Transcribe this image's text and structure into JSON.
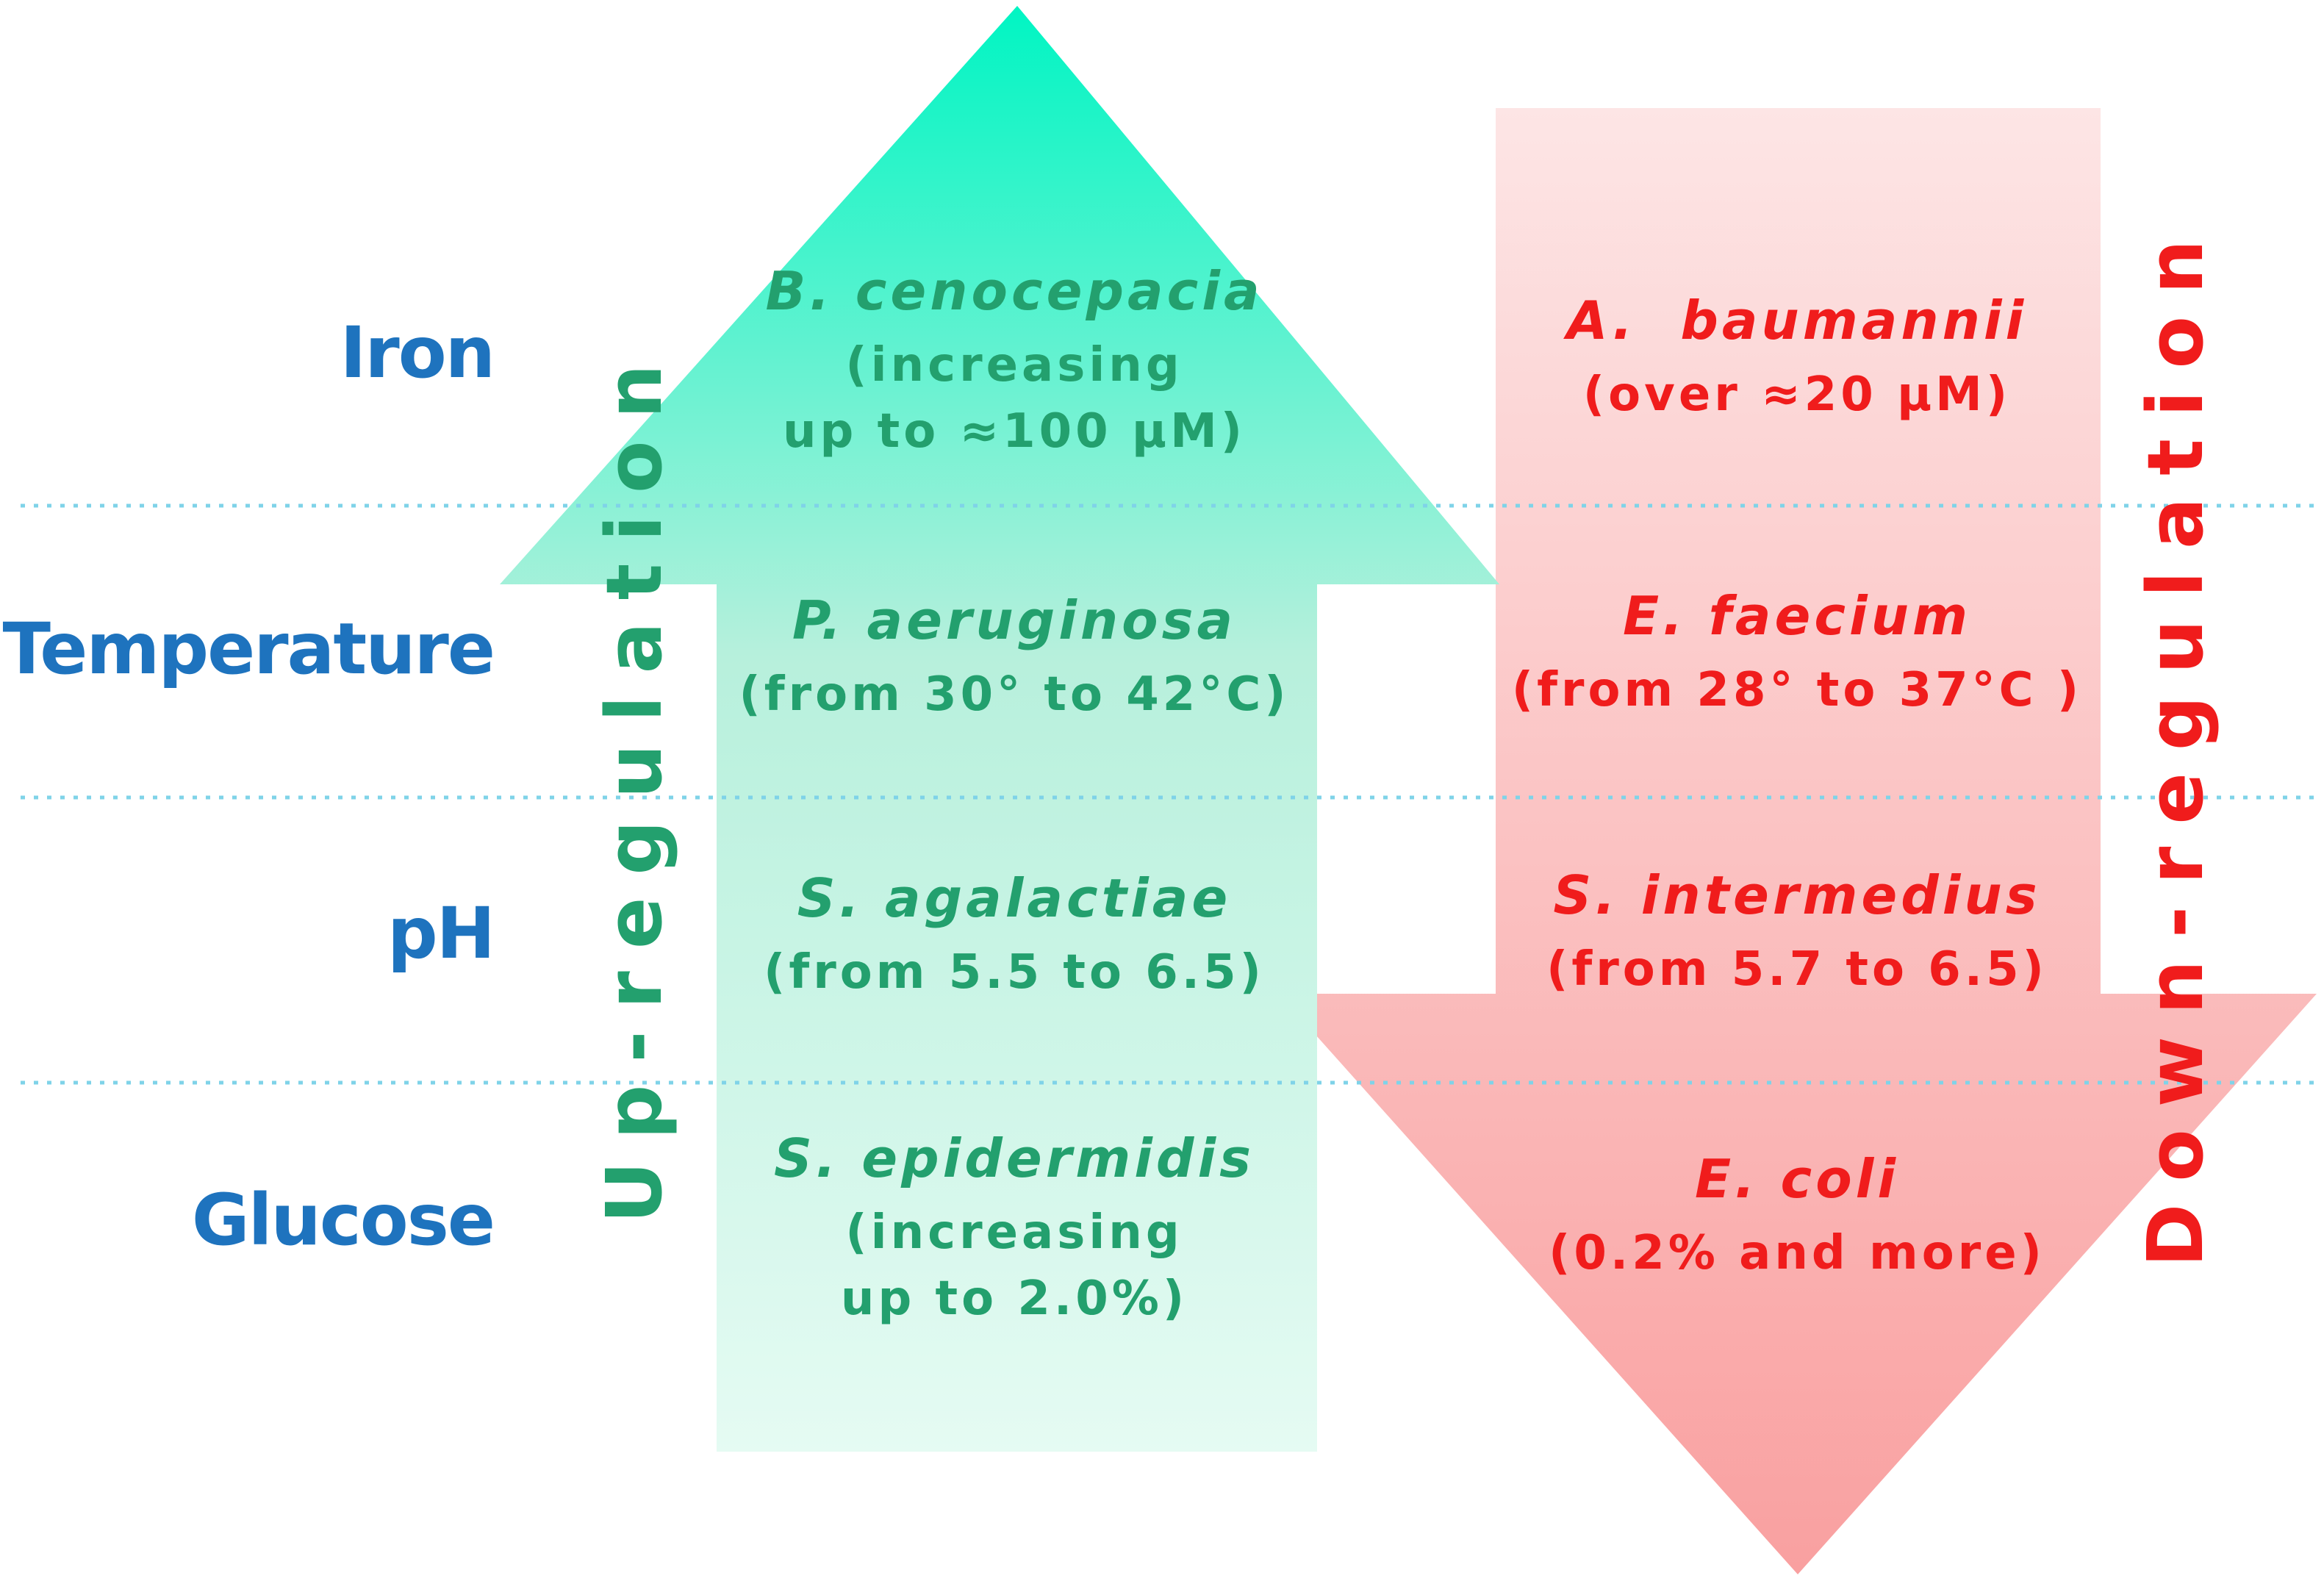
{
  "factors": {
    "iron": "Iron",
    "temperature": "Temperature",
    "ph": "pH",
    "glucose": "Glucose"
  },
  "up": {
    "label": "Up-regulation",
    "color": "#23a06e",
    "arrow_colors": {
      "top": "#00f5c3",
      "middle": "#b7f0dc",
      "bottom": "#e5fbf3"
    },
    "iron": {
      "species": "B. cenocepacia",
      "condition": [
        "(increasing",
        "up to ≈100 μM)"
      ]
    },
    "temperature": {
      "species": "P. aeruginosa",
      "condition": [
        "(from 30° to 42°C)"
      ]
    },
    "ph": {
      "species": "S. agalactiae",
      "condition": [
        "(from 5.5 to 6.5)"
      ]
    },
    "glucose": {
      "species": "S. epidermidis",
      "condition": [
        "(increasing",
        "up to 2.0%)"
      ]
    }
  },
  "down": {
    "label": "Down-regulation",
    "color": "#f01c1c",
    "arrow_colors": {
      "top": "#fde5e5",
      "bottom": "#f9a0a0"
    },
    "iron": {
      "species": "A.  baumannii",
      "condition": [
        "(over ≈20 μM)"
      ]
    },
    "temperature": {
      "species": "E. faecium",
      "condition": [
        "(from 28° to 37°C )"
      ]
    },
    "ph": {
      "species": "S. intermedius",
      "condition": [
        "(from 5.7 to 6.5)"
      ]
    },
    "glucose": {
      "species": "E. coli",
      "condition": [
        "(0.2% and more)"
      ]
    }
  },
  "divider_color": "#7fd3e8",
  "factor_color": "#1e73be"
}
